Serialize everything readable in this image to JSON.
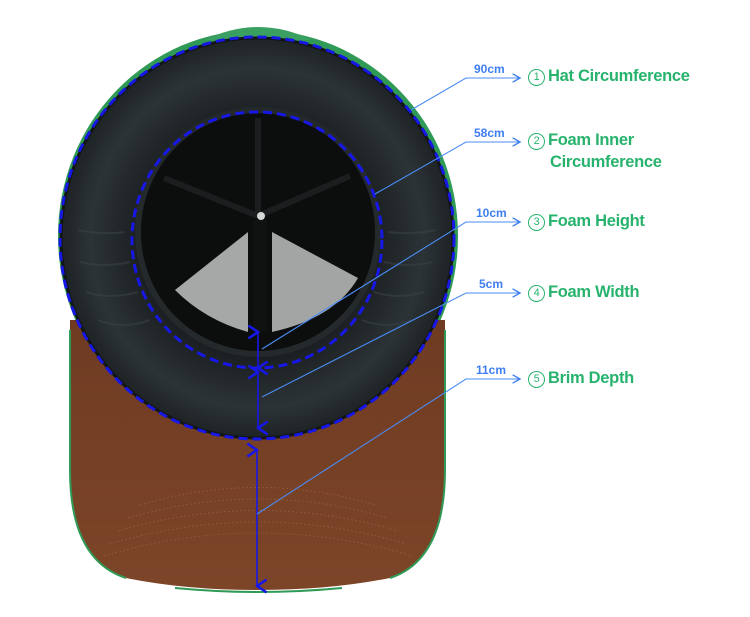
{
  "diagram": {
    "subject": "Baseball cap underside measurement diagram",
    "colors": {
      "label_green": "#27b36d",
      "measure_blue": "#3f7ef0",
      "dashed_outline_blue": "#1717e8",
      "foam_dark": "#2a3033",
      "brim_brown": "#7a4226",
      "crown_green": "#2f9a55",
      "inner_gray": "#a8aaa9"
    },
    "callouts": [
      {
        "index": "1",
        "value": "90cm",
        "label": "Hat Circumference"
      },
      {
        "index": "2",
        "value": "58cm",
        "label": "Foam Inner",
        "label_line2": "Circumference"
      },
      {
        "index": "3",
        "value": "10cm",
        "label": "Foam Height"
      },
      {
        "index": "4",
        "value": "5cm",
        "label": "Foam Width"
      },
      {
        "index": "5",
        "value": "11cm",
        "label": "Brim Depth"
      }
    ]
  }
}
